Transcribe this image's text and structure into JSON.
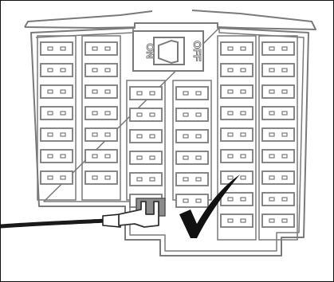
{
  "switch": {
    "on_label": "ON",
    "off_label": "OFF"
  },
  "fuse_columns": [
    {
      "id": "c1",
      "rows": 7
    },
    {
      "id": "c2",
      "rows": 7
    },
    {
      "id": "c3",
      "rows": 6
    },
    {
      "id": "c4",
      "rows": 6
    },
    {
      "id": "c5",
      "rows": 9
    },
    {
      "id": "c6",
      "rows": 9
    }
  ],
  "indicator": {
    "icon": "checkmark-icon",
    "meaning": "correct"
  },
  "colors": {
    "outline": "#7a7a7a",
    "fill": "#ffffff",
    "cable": "#1a1a1a",
    "fuse_highlight": "#8c8c8c",
    "check": "#111111"
  }
}
